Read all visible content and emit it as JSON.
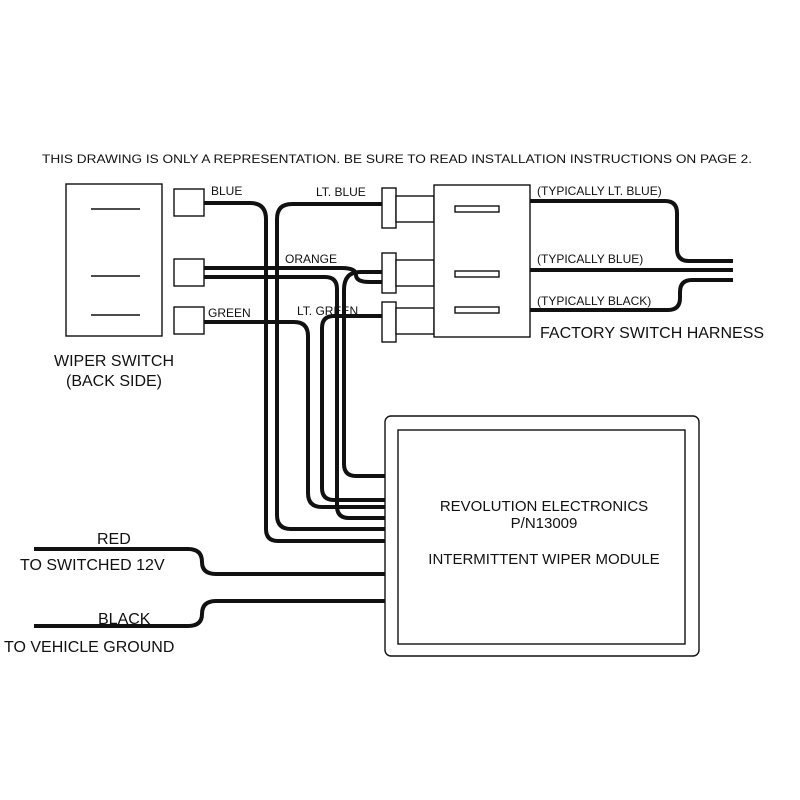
{
  "notice": "THIS DRAWING IS ONLY A REPRESENTATION.  BE SURE TO READ INSTALLATION INSTRUCTIONS ON PAGE 2.",
  "wiper_switch": {
    "label_line1": "WIPER SWITCH",
    "label_line2": "(BACK SIDE)"
  },
  "switch_wires": {
    "blue": "BLUE",
    "orange": "ORANGE",
    "green": "GREEN"
  },
  "harness_wires": {
    "lt_blue": "LT. BLUE",
    "lt_green": "LT. GREEN"
  },
  "factory_harness": {
    "label": "FACTORY SWITCH HARNESS",
    "typical_lt_blue": "(TYPICALLY LT. BLUE)",
    "typical_blue": "(TYPICALLY  BLUE)",
    "typical_black": "(TYPICALLY  BLACK)"
  },
  "module": {
    "line1": "REVOLUTION ELECTRONICS",
    "line2": "P/N13009",
    "line3": "INTERMITTENT WIPER MODULE"
  },
  "power": {
    "red_label": "RED",
    "red_desc": "TO SWITCHED 12V",
    "black_label": "BLACK",
    "black_desc": "TO VEHICLE GROUND"
  }
}
